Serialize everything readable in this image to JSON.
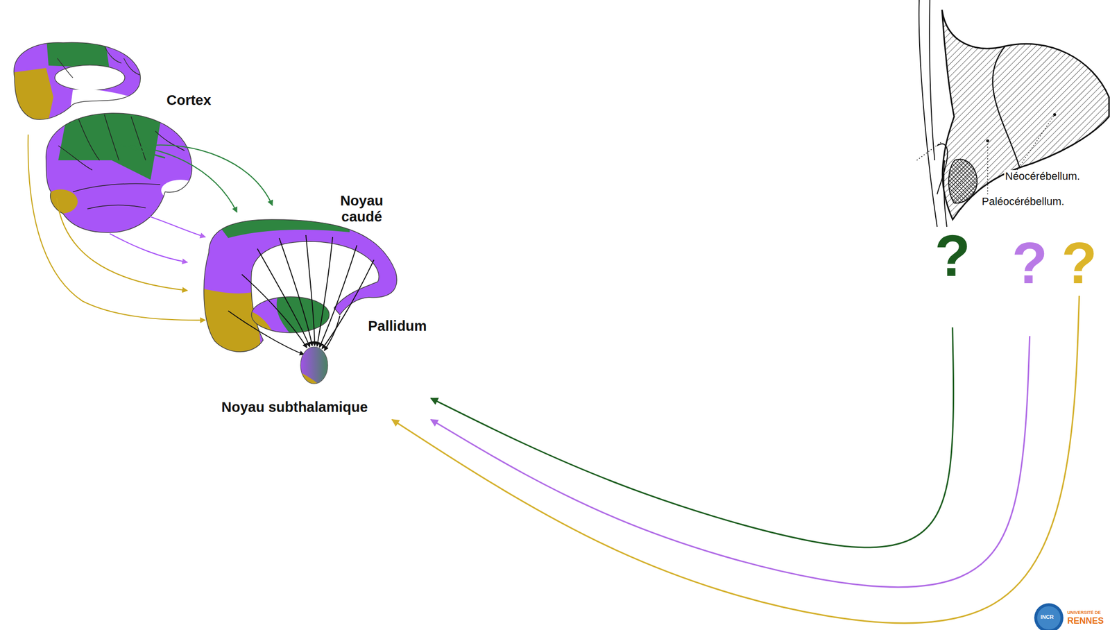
{
  "diagram": {
    "nodes": [
      {
        "text": [
          "Noyau subthalamique"
        ]
      },
      {
        "text": [
          "?"
        ]
      },
      {
        "text": [
          "?"
        ]
      },
      {
        "text": [
          "?"
        ]
      }
    ],
    "edges": [
      {
        "from": 1,
        "to": 0,
        "arrow": "to"
      },
      {
        "from": 2,
        "to": 0,
        "arrow": "to"
      },
      {
        "from": 3,
        "to": 0,
        "arrow": "to"
      }
    ],
    "labels": [
      "Cortex",
      "Noyau caudé",
      "Pallidum",
      "Néocérébellum.",
      "Paléocérébellum.",
      "INCR",
      "UNIVERSITÉ DE",
      "RENNES"
    ]
  }
}
